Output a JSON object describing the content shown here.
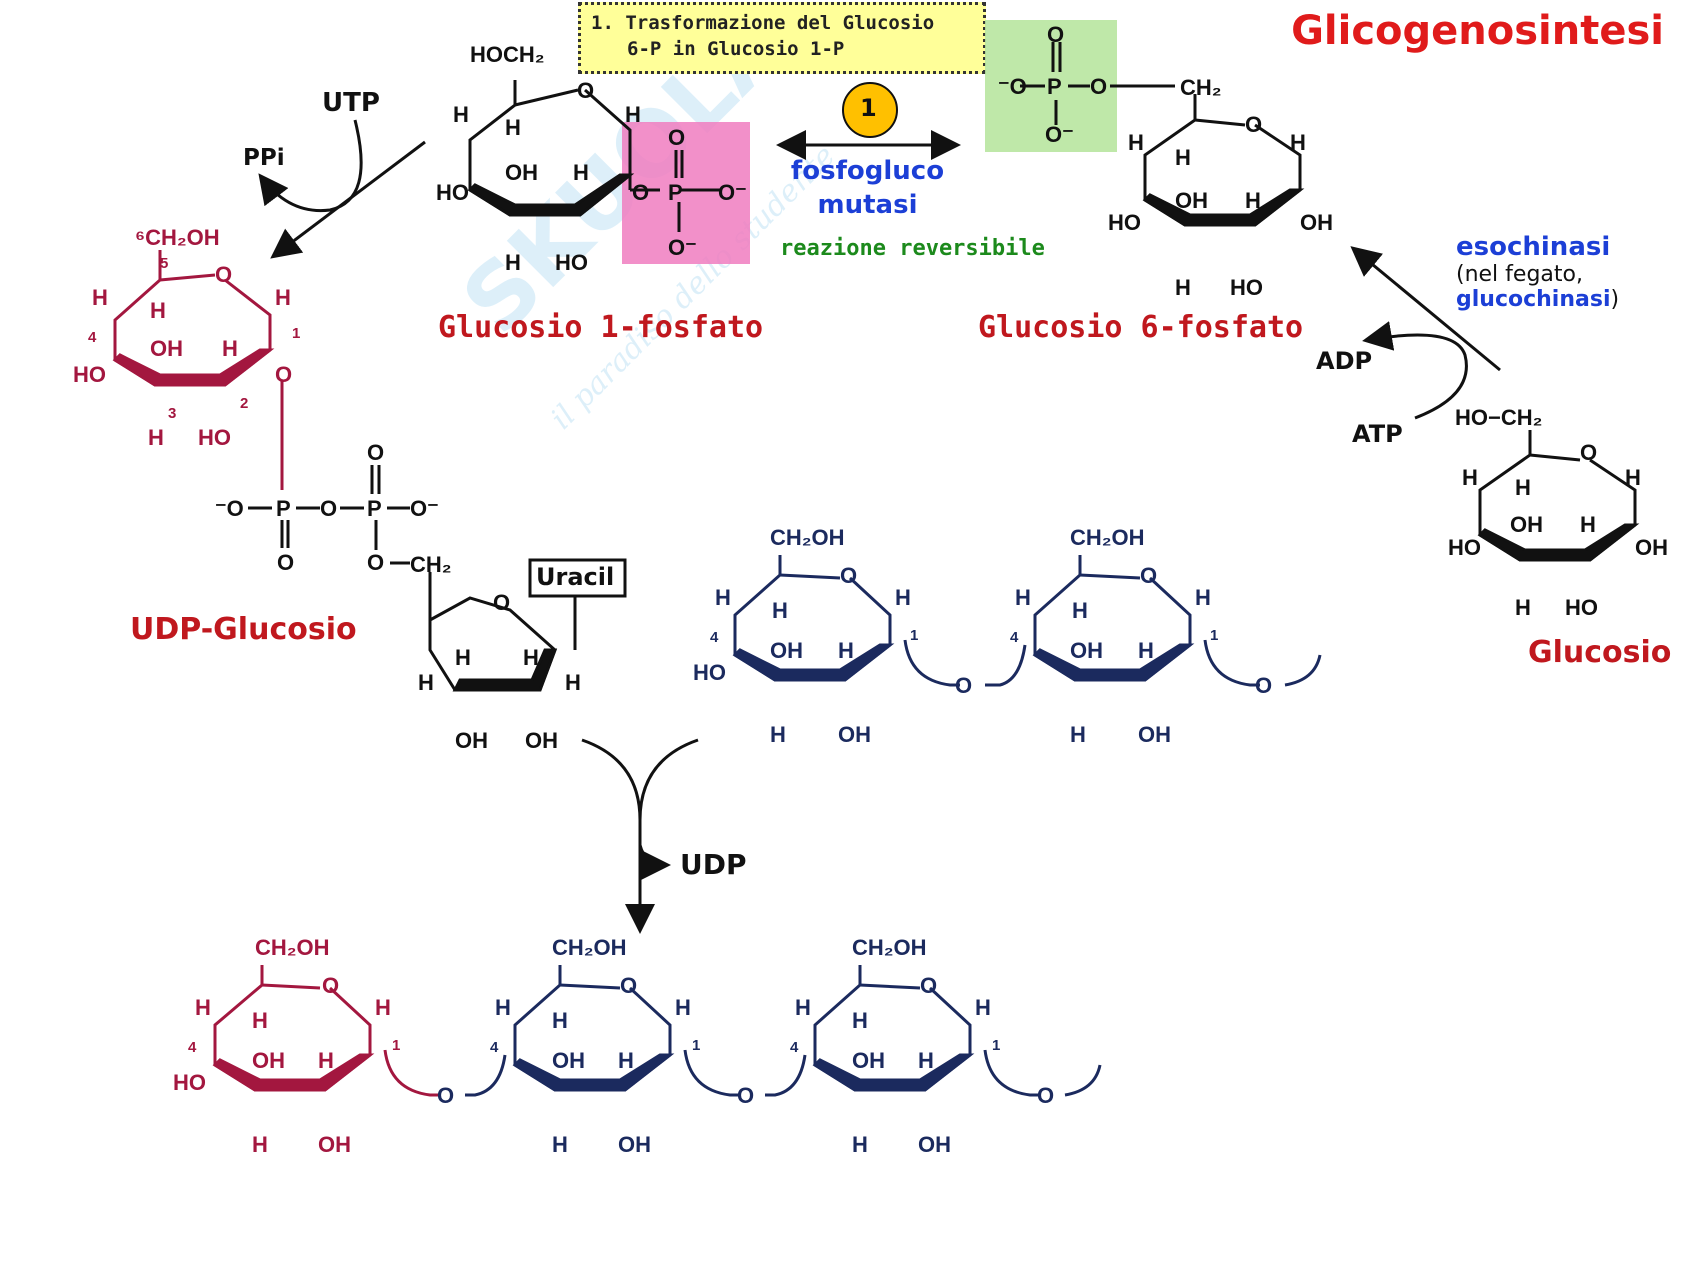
{
  "title": "Glicogenosintesi",
  "step_box": {
    "line1": "1. Trasformazione del Glucosio",
    "line2": "6-P in Glucosio 1-P"
  },
  "step_number": "1",
  "enzyme_mutase": {
    "line1": "fosfogluco",
    "line2": "mutasi"
  },
  "reversible_note": "reazione reversibile",
  "hexokinase": {
    "name": "esochinasi",
    "note_open": "(nel fegato,",
    "liver_enzyme": "glucochinasi",
    "note_close": ")"
  },
  "cofactors": {
    "utp": "UTP",
    "ppi": "PPi",
    "adp": "ADP",
    "atp": "ATP",
    "udp": "UDP"
  },
  "labels": {
    "g1p": "Glucosio 1-fosfato",
    "g6p": "Glucosio 6-fosfato",
    "glucose": "Glucosio",
    "udp_glucose": "UDP-Glucosio",
    "uracil": "Uracil"
  },
  "watermark": {
    "brand": "SKUOLA.net",
    "tagline": "il paradiso dello studente"
  },
  "colors": {
    "title": "#e01b1b",
    "red_struct": "#a3173f",
    "blue_struct": "#1b2a5e",
    "enzyme": "#1c3fd6",
    "green": "#1c8a1c",
    "pink_box": "#f07cc0",
    "green_box": "#b8e6a0",
    "circle": "#ffc000"
  }
}
